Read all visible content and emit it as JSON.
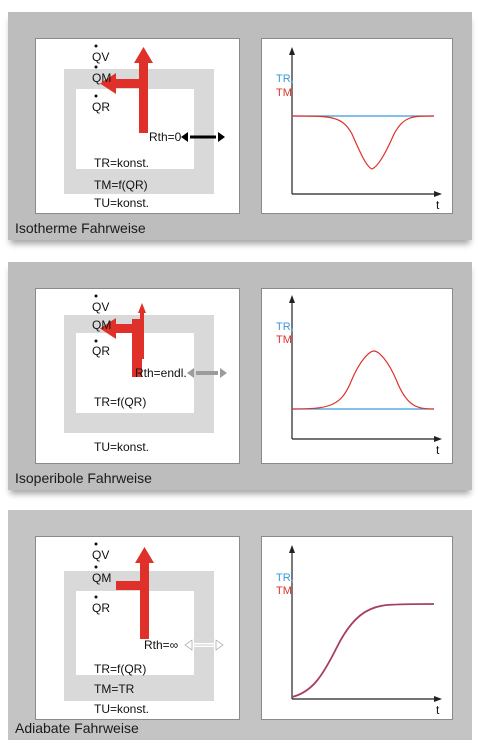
{
  "panels": [
    {
      "title": "Isotherme Fahrweise",
      "legend_r": "TR,",
      "legend_m": "TM",
      "t_label": "t",
      "rth": "Rth=0",
      "tr": "TR=konst.",
      "tm": "TM=f(QR)",
      "tu": "TU=konst.",
      "qv": "QV",
      "qm": "QM",
      "qr": "QR",
      "curve": "dip"
    },
    {
      "title": "Isoperibole Fahrweise",
      "legend_r": "TR,",
      "legend_m": "TM",
      "t_label": "t",
      "rth": "Rth=endl.",
      "tr": "TR=f(QR)",
      "tu": "TU=konst.",
      "qv": "QV",
      "qm": "QM",
      "qr": "QR",
      "curve": "peak"
    },
    {
      "title": "Adiabate Fahrweise",
      "legend_r": "TR,",
      "legend_m": "TM",
      "t_label": "t",
      "rth": "Rth=∞",
      "tr": "TR=f(QR)",
      "tm": "TM=TR",
      "tu": "TU=konst.",
      "qv": "QV",
      "qm": "QM",
      "qr": "QR",
      "curve": "rise"
    }
  ],
  "colors": {
    "red": "#e0302a",
    "blue": "#3a9ad9",
    "gray_panel": "#bdbdbd",
    "inner_gray": "#d9d9d9"
  }
}
